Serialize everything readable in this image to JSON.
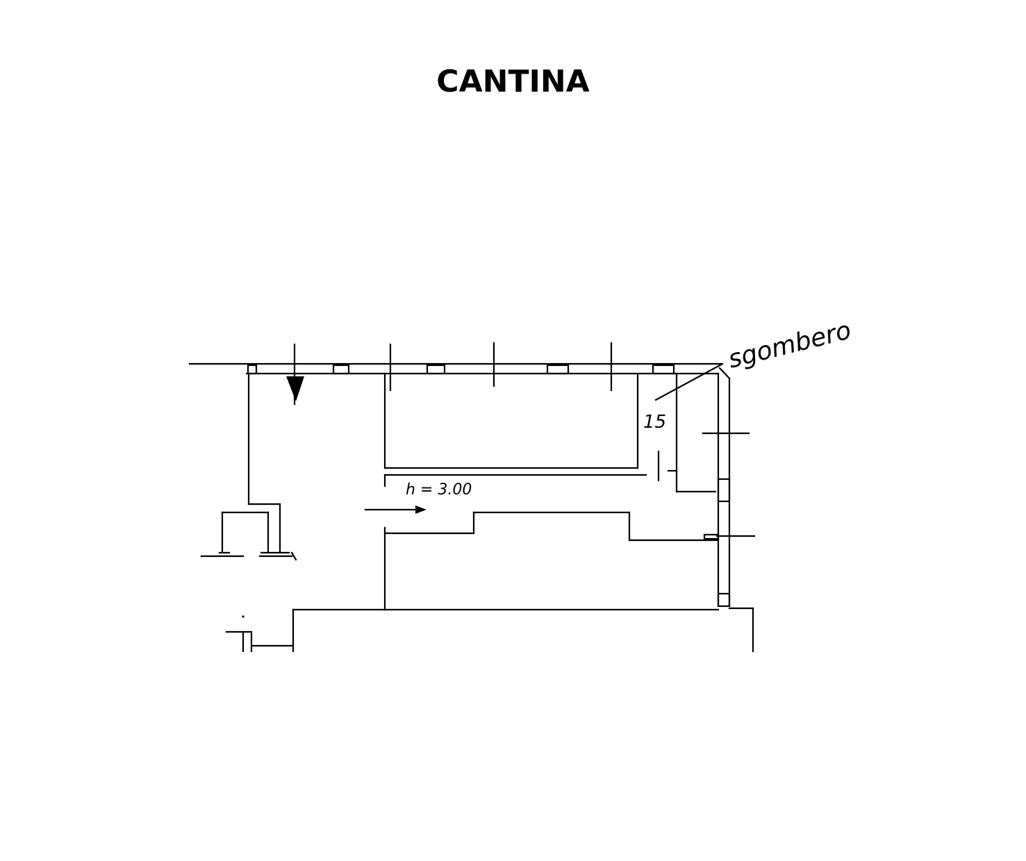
{
  "title": "CANTINA",
  "labels": {
    "height": "h = 3.00",
    "number": "15",
    "room_name": "sgombero"
  },
  "colors": {
    "ink": "#000000",
    "background": "#ffffff"
  }
}
